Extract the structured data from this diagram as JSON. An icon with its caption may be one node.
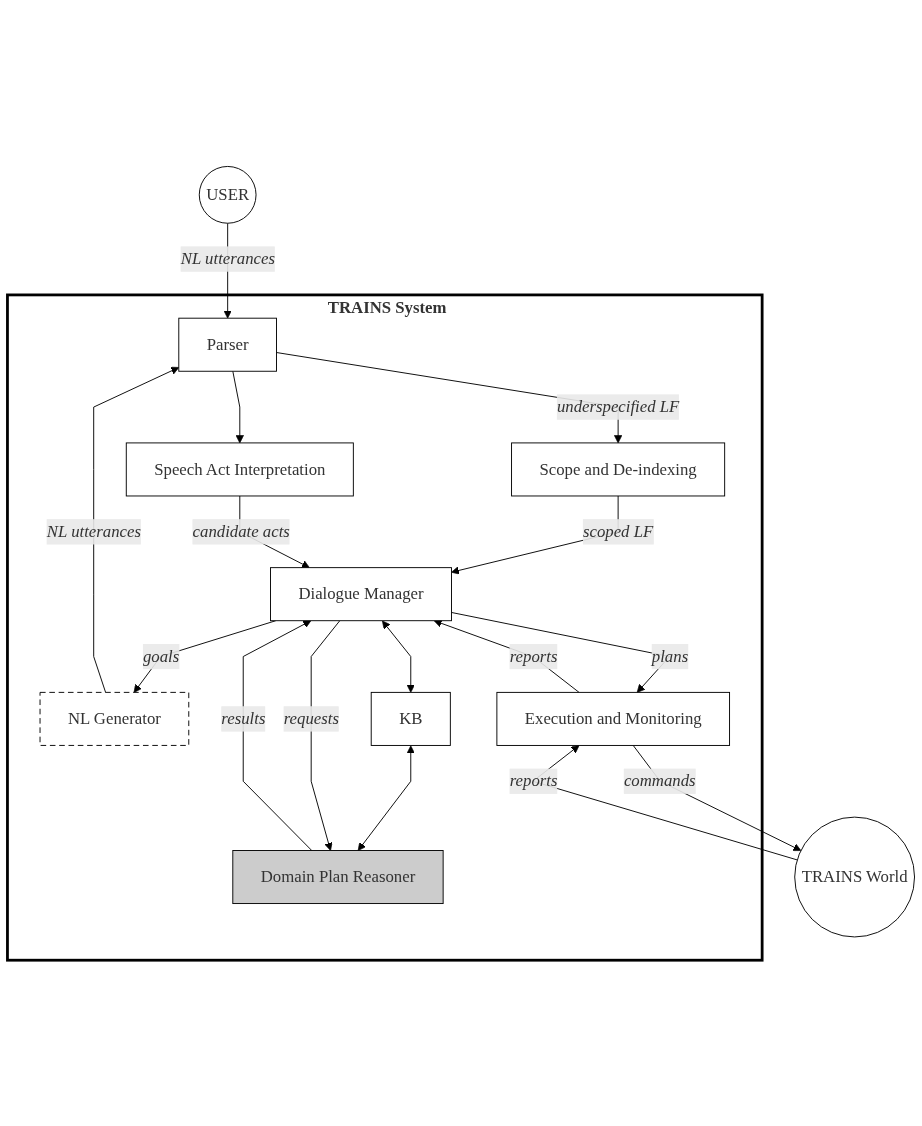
{
  "diagram": {
    "nodes": [
      {
        "text": [
          "USER"
        ]
      },
      {
        "text": [
          "TRAINS System"
        ]
      },
      {
        "text": [
          "Parser"
        ],
        "in": 1
      },
      {
        "text": [
          "Scope and De-indexing"
        ],
        "in": 1
      },
      {
        "text": [
          "Speech Act Interpretation"
        ],
        "in": 1
      },
      {
        "text": [
          "Dialogue Manager"
        ],
        "in": 1
      },
      {
        "text": [
          "NL Generator"
        ],
        "in": 1
      },
      {
        "text": [
          "Execution and Monitoring"
        ],
        "in": 1
      },
      {
        "text": [
          "KB"
        ],
        "in": 1
      },
      {
        "text": [
          "Domain Plan Reasoner"
        ],
        "in": 1
      },
      {
        "text": [
          "TRAINS World"
        ]
      }
    ],
    "edges": [
      {
        "from": 0,
        "to": 2,
        "arrow": "to",
        "label": "NL utterances"
      },
      {
        "from": 2,
        "to": 3,
        "arrow": "to",
        "label": "underspecified LF"
      },
      {
        "from": 2,
        "to": 4,
        "arrow": "to"
      },
      {
        "from": 3,
        "to": 5,
        "arrow": "to",
        "label": "scoped LF"
      },
      {
        "from": 4,
        "to": 5,
        "arrow": "to",
        "label": "candidate acts"
      },
      {
        "from": 5,
        "to": 6,
        "arrow": "to",
        "label": "goals"
      },
      {
        "from": 6,
        "to": 2,
        "arrow": "to",
        "label": "NL utterances"
      },
      {
        "from": 5,
        "to": 7,
        "arrow": "to",
        "label": "plans"
      },
      {
        "from": 7,
        "to": 5,
        "arrow": "to",
        "label": "reports"
      },
      {
        "from": 5,
        "to": 8,
        "arrow": "both"
      },
      {
        "from": 8,
        "to": 9,
        "arrow": "both"
      },
      {
        "from": 9,
        "to": 5,
        "arrow": "to",
        "label": "results"
      },
      {
        "from": 5,
        "to": 9,
        "arrow": "to",
        "label": "requests"
      },
      {
        "from": 7,
        "to": 10,
        "arrow": "to",
        "label": "commands"
      },
      {
        "from": 10,
        "to": 7,
        "arrow": "to",
        "label": "reports"
      }
    ]
  }
}
